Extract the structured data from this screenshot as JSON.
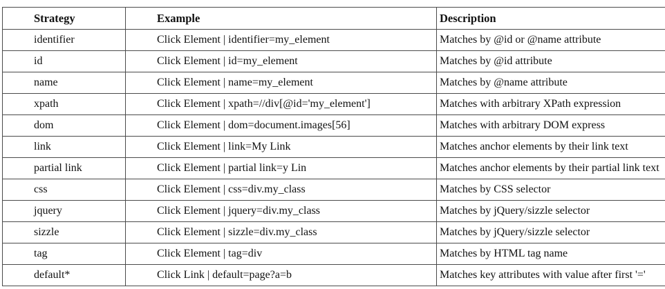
{
  "table": {
    "headers": [
      "Strategy",
      "Example",
      "Description"
    ],
    "rows": [
      {
        "strategy": "identifier",
        "example": "Click Element | identifier=my_element",
        "description": "Matches by @id or @name attribute"
      },
      {
        "strategy": "id",
        "example": "Click Element | id=my_element",
        "description": "Matches by @id attribute"
      },
      {
        "strategy": "name",
        "example": "Click Element | name=my_element",
        "description": "Matches by @name attribute"
      },
      {
        "strategy": "xpath",
        "example": "Click Element | xpath=//div[@id='my_element']",
        "description": "Matches with arbitrary XPath expression"
      },
      {
        "strategy": "dom",
        "example": "Click Element | dom=document.images[56]",
        "description": "Matches with arbitrary DOM express"
      },
      {
        "strategy": "link",
        "example": "Click Element | link=My Link",
        "description": "Matches anchor elements by their link text"
      },
      {
        "strategy": "partial link",
        "example": "Click Element | partial link=y Lin",
        "description": "Matches anchor elements by their partial link text"
      },
      {
        "strategy": "css",
        "example": "Click Element | css=div.my_class",
        "description": "Matches by CSS selector"
      },
      {
        "strategy": "jquery",
        "example": "Click Element | jquery=div.my_class",
        "description": "Matches by jQuery/sizzle selector"
      },
      {
        "strategy": "sizzle",
        "example": "Click Element | sizzle=div.my_class",
        "description": "Matches by jQuery/sizzle selector"
      },
      {
        "strategy": "tag",
        "example": "Click Element | tag=div",
        "description": "Matches by HTML tag name"
      },
      {
        "strategy": "default*",
        "example": "Click Link | default=page?a=b",
        "description": "Matches key attributes with value after first '='"
      }
    ]
  }
}
